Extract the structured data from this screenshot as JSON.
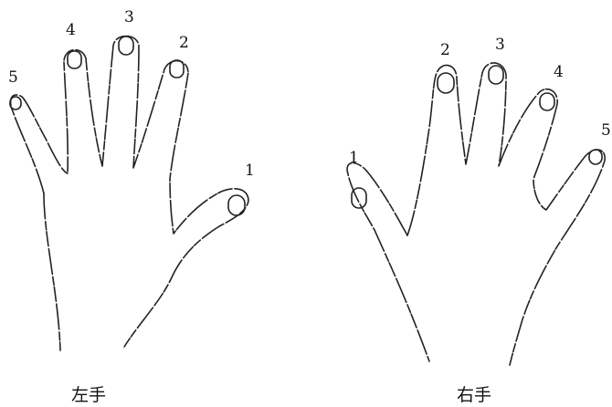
{
  "left_hand": {
    "label": "左手",
    "finger_numbers": {
      "thumb": "1",
      "index": "2",
      "middle": "3",
      "ring": "4",
      "pinky": "5"
    }
  },
  "right_hand": {
    "label": "右手",
    "finger_numbers": {
      "thumb": "1",
      "index": "2",
      "middle": "3",
      "ring": "4",
      "pinky": "5"
    }
  },
  "colors": {
    "line": "#222222",
    "background": "#ffffff"
  }
}
